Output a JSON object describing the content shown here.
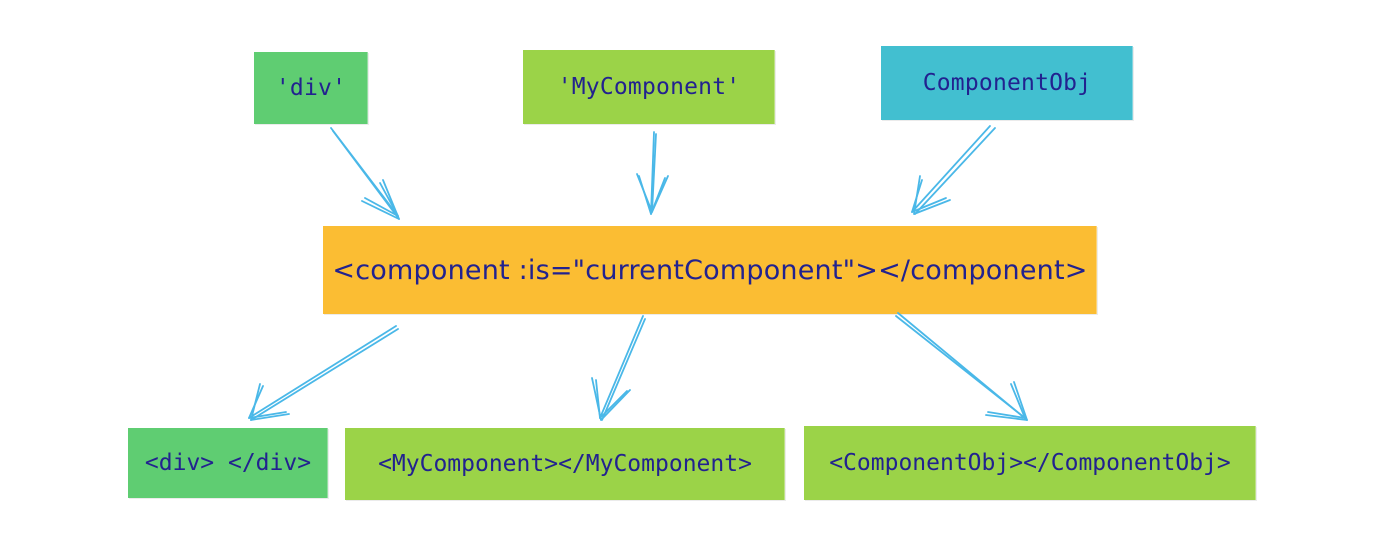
{
  "diagram": {
    "colors": {
      "text": "#22228f",
      "arrow": "#4ab8e8",
      "green": "#5fcd72",
      "lime": "#9bd348",
      "teal": "#42bfd0",
      "orange": "#fbbd33"
    },
    "inputs": [
      {
        "id": "div",
        "label": "'div'",
        "color": "#5fcd72"
      },
      {
        "id": "mycomponent",
        "label": "'MyComponent'",
        "color": "#9bd348"
      },
      {
        "id": "componentobj",
        "label": "ComponentObj",
        "color": "#42bfd0"
      }
    ],
    "center": {
      "label": "<component :is=\"currentComponent\"></component>",
      "color": "#fbbd33"
    },
    "outputs": [
      {
        "id": "div",
        "label": "<div> </div>",
        "color": "#5fcd72"
      },
      {
        "id": "mycomponent",
        "label": "<MyComponent></MyComponent>",
        "color": "#9bd348"
      },
      {
        "id": "componentobj",
        "label": "<ComponentObj></ComponentObj>",
        "color": "#9bd348"
      }
    ]
  }
}
